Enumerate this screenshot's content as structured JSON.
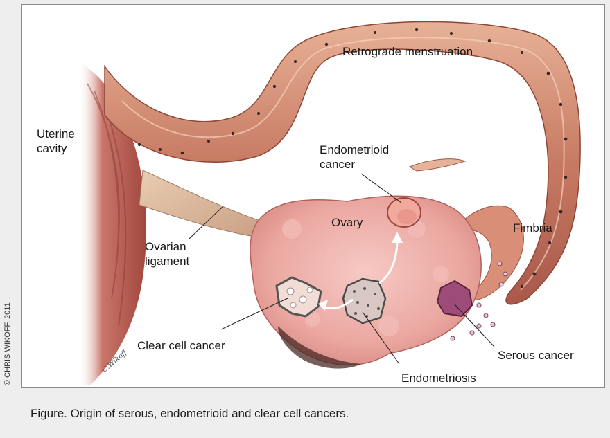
{
  "figure": {
    "labels": {
      "retrograde": "Retrograde menstruation",
      "uterine": "Uterine\ncavity",
      "endometrioid": "Endometrioid\ncancer",
      "ovary": "Ovary",
      "fimbria": "Fimbria",
      "ligament": "Ovarian\nligament",
      "clear_cell": "Clear cell cancer",
      "serous": "Serous cancer",
      "endometriosis": "Endometriosis"
    },
    "signature": "C.Wikoff",
    "credit": "© CHRIS WIKOFF, 2011",
    "caption": "Figure. Origin of serous, endometrioid and clear cell cancers."
  }
}
